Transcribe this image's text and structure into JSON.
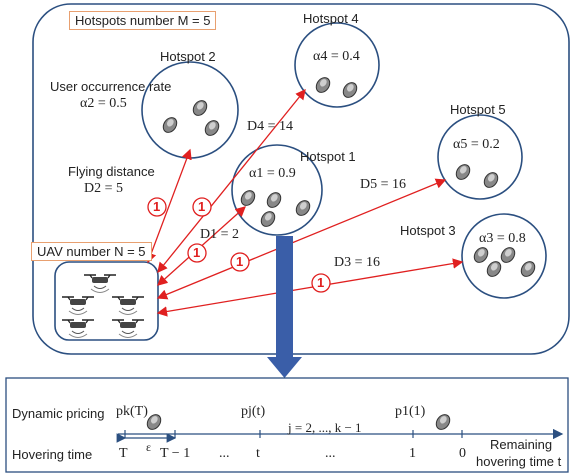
{
  "hotspots_number_label": "Hotspots number M = 5",
  "uav_number_label": "UAV number N = 5",
  "user_occurrence_rate_label": "User occurrence rate",
  "flying_distance_label": "Flying distance",
  "hotspots": [
    {
      "name": "Hotspot 1",
      "alpha": "α1 = 0.9",
      "distance": "D1 = 2"
    },
    {
      "name": "Hotspot 2",
      "alpha": "α2 = 0.5",
      "distance": "D2 = 5"
    },
    {
      "name": "Hotspot 3",
      "alpha": "α3 = 0.8",
      "distance": "D3 = 16"
    },
    {
      "name": "Hotspot 4",
      "alpha": "α4 = 0.4",
      "distance": "D4 = 14"
    },
    {
      "name": "Hotspot 5",
      "alpha": "α5 = 0.2",
      "distance": "D5 = 16"
    }
  ],
  "route_marker": "1",
  "timeline": {
    "dynamic_pricing_label": "Dynamic pricing",
    "p_k": "pk(T)",
    "p_j": "pj(t)",
    "p_1": "p1(1)",
    "j_range": "j = 2, ..., k − 1",
    "epsilon": "ε",
    "hovering_time_label": "Hovering time",
    "ticks": [
      "T",
      "T − 1",
      "...",
      "t",
      "...",
      "1",
      "0"
    ],
    "remaining_label_1": "Remaining",
    "remaining_label_2": "hovering time t"
  },
  "colors": {
    "route": "#e02020",
    "hotspot_border": "#2b4f80",
    "arrow_fill": "#3a5ea8",
    "box_border": "#e8a070"
  }
}
